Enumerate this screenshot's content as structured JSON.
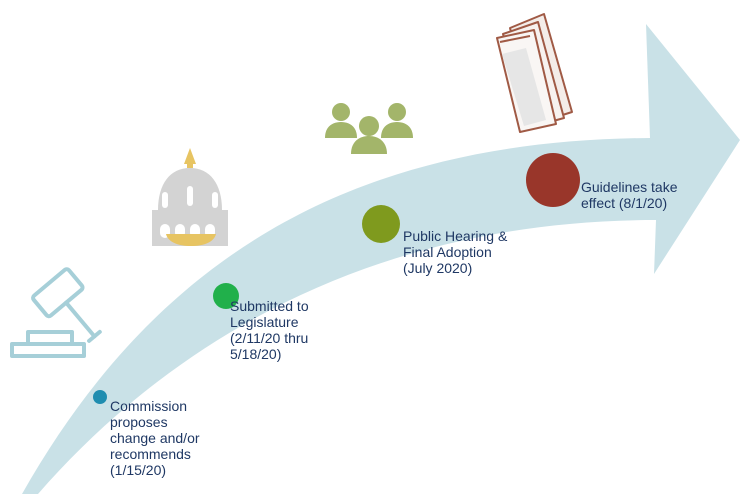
{
  "steps": [
    {
      "label": "Commission\nproposes\nchange and/or\nrecommends\n(1/15/20)",
      "dot_color": "#1f8db0",
      "icon": "gavel-icon"
    },
    {
      "label": "Submitted to\nLegislature\n(2/11/20 thru\n5/18/20)",
      "dot_color": "#21b04b",
      "icon": "capitol-dome-icon"
    },
    {
      "label": "Public Hearing &\nFinal Adoption\n(July 2020)",
      "dot_color": "#7f9a1e",
      "icon": "people-group-icon"
    },
    {
      "label": "Guidelines take\neffect (8/1/20)",
      "dot_color": "#99362a",
      "icon": "document-pages-icon"
    }
  ],
  "colors": {
    "arrow": "#c9e1e7",
    "icon_teal": "#a6cfd8",
    "dome_gray": "#d3d3d3",
    "dome_gold": "#e7c462",
    "people_green": "#a3b56a",
    "doc_outline": "#a05a45",
    "text": "#1f3864"
  }
}
